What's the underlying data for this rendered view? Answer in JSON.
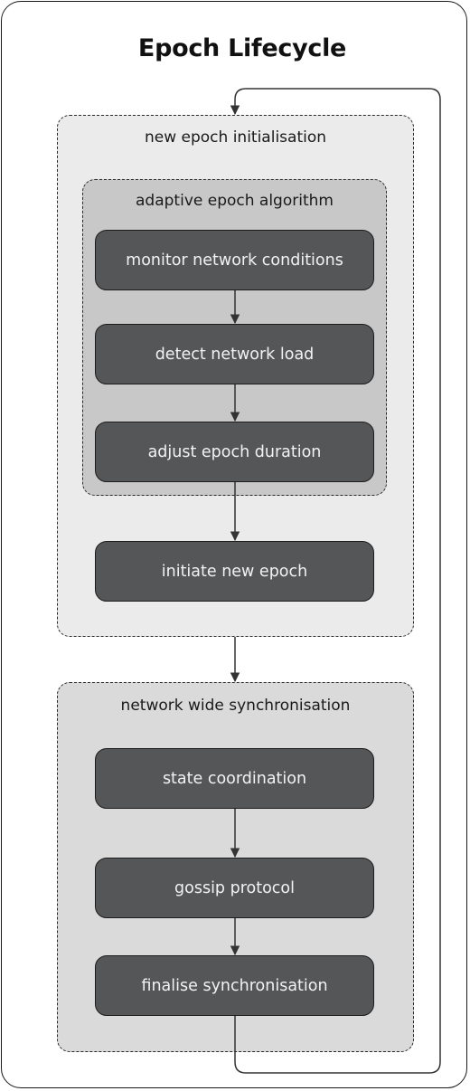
{
  "title": "Epoch Lifecycle",
  "groups": {
    "init": {
      "label": "new epoch initialisation"
    },
    "adaptive": {
      "label": "adaptive epoch algorithm"
    },
    "sync": {
      "label": "network wide synchronisation"
    }
  },
  "nodes": {
    "monitor": "monitor network conditions",
    "detect": "detect network load",
    "adjust": "adjust epoch duration",
    "initiate": "initiate new epoch",
    "state": "state coordination",
    "gossip": "gossip protocol",
    "finalise": "finalise synchronisation"
  },
  "colors": {
    "node_fill": "#555658",
    "node_text": "#f2f2f2",
    "init_group_fill": "#ebebeb",
    "adaptive_group_fill": "#c8c8c8",
    "sync_group_fill": "#dadada",
    "edge": "#333333"
  }
}
